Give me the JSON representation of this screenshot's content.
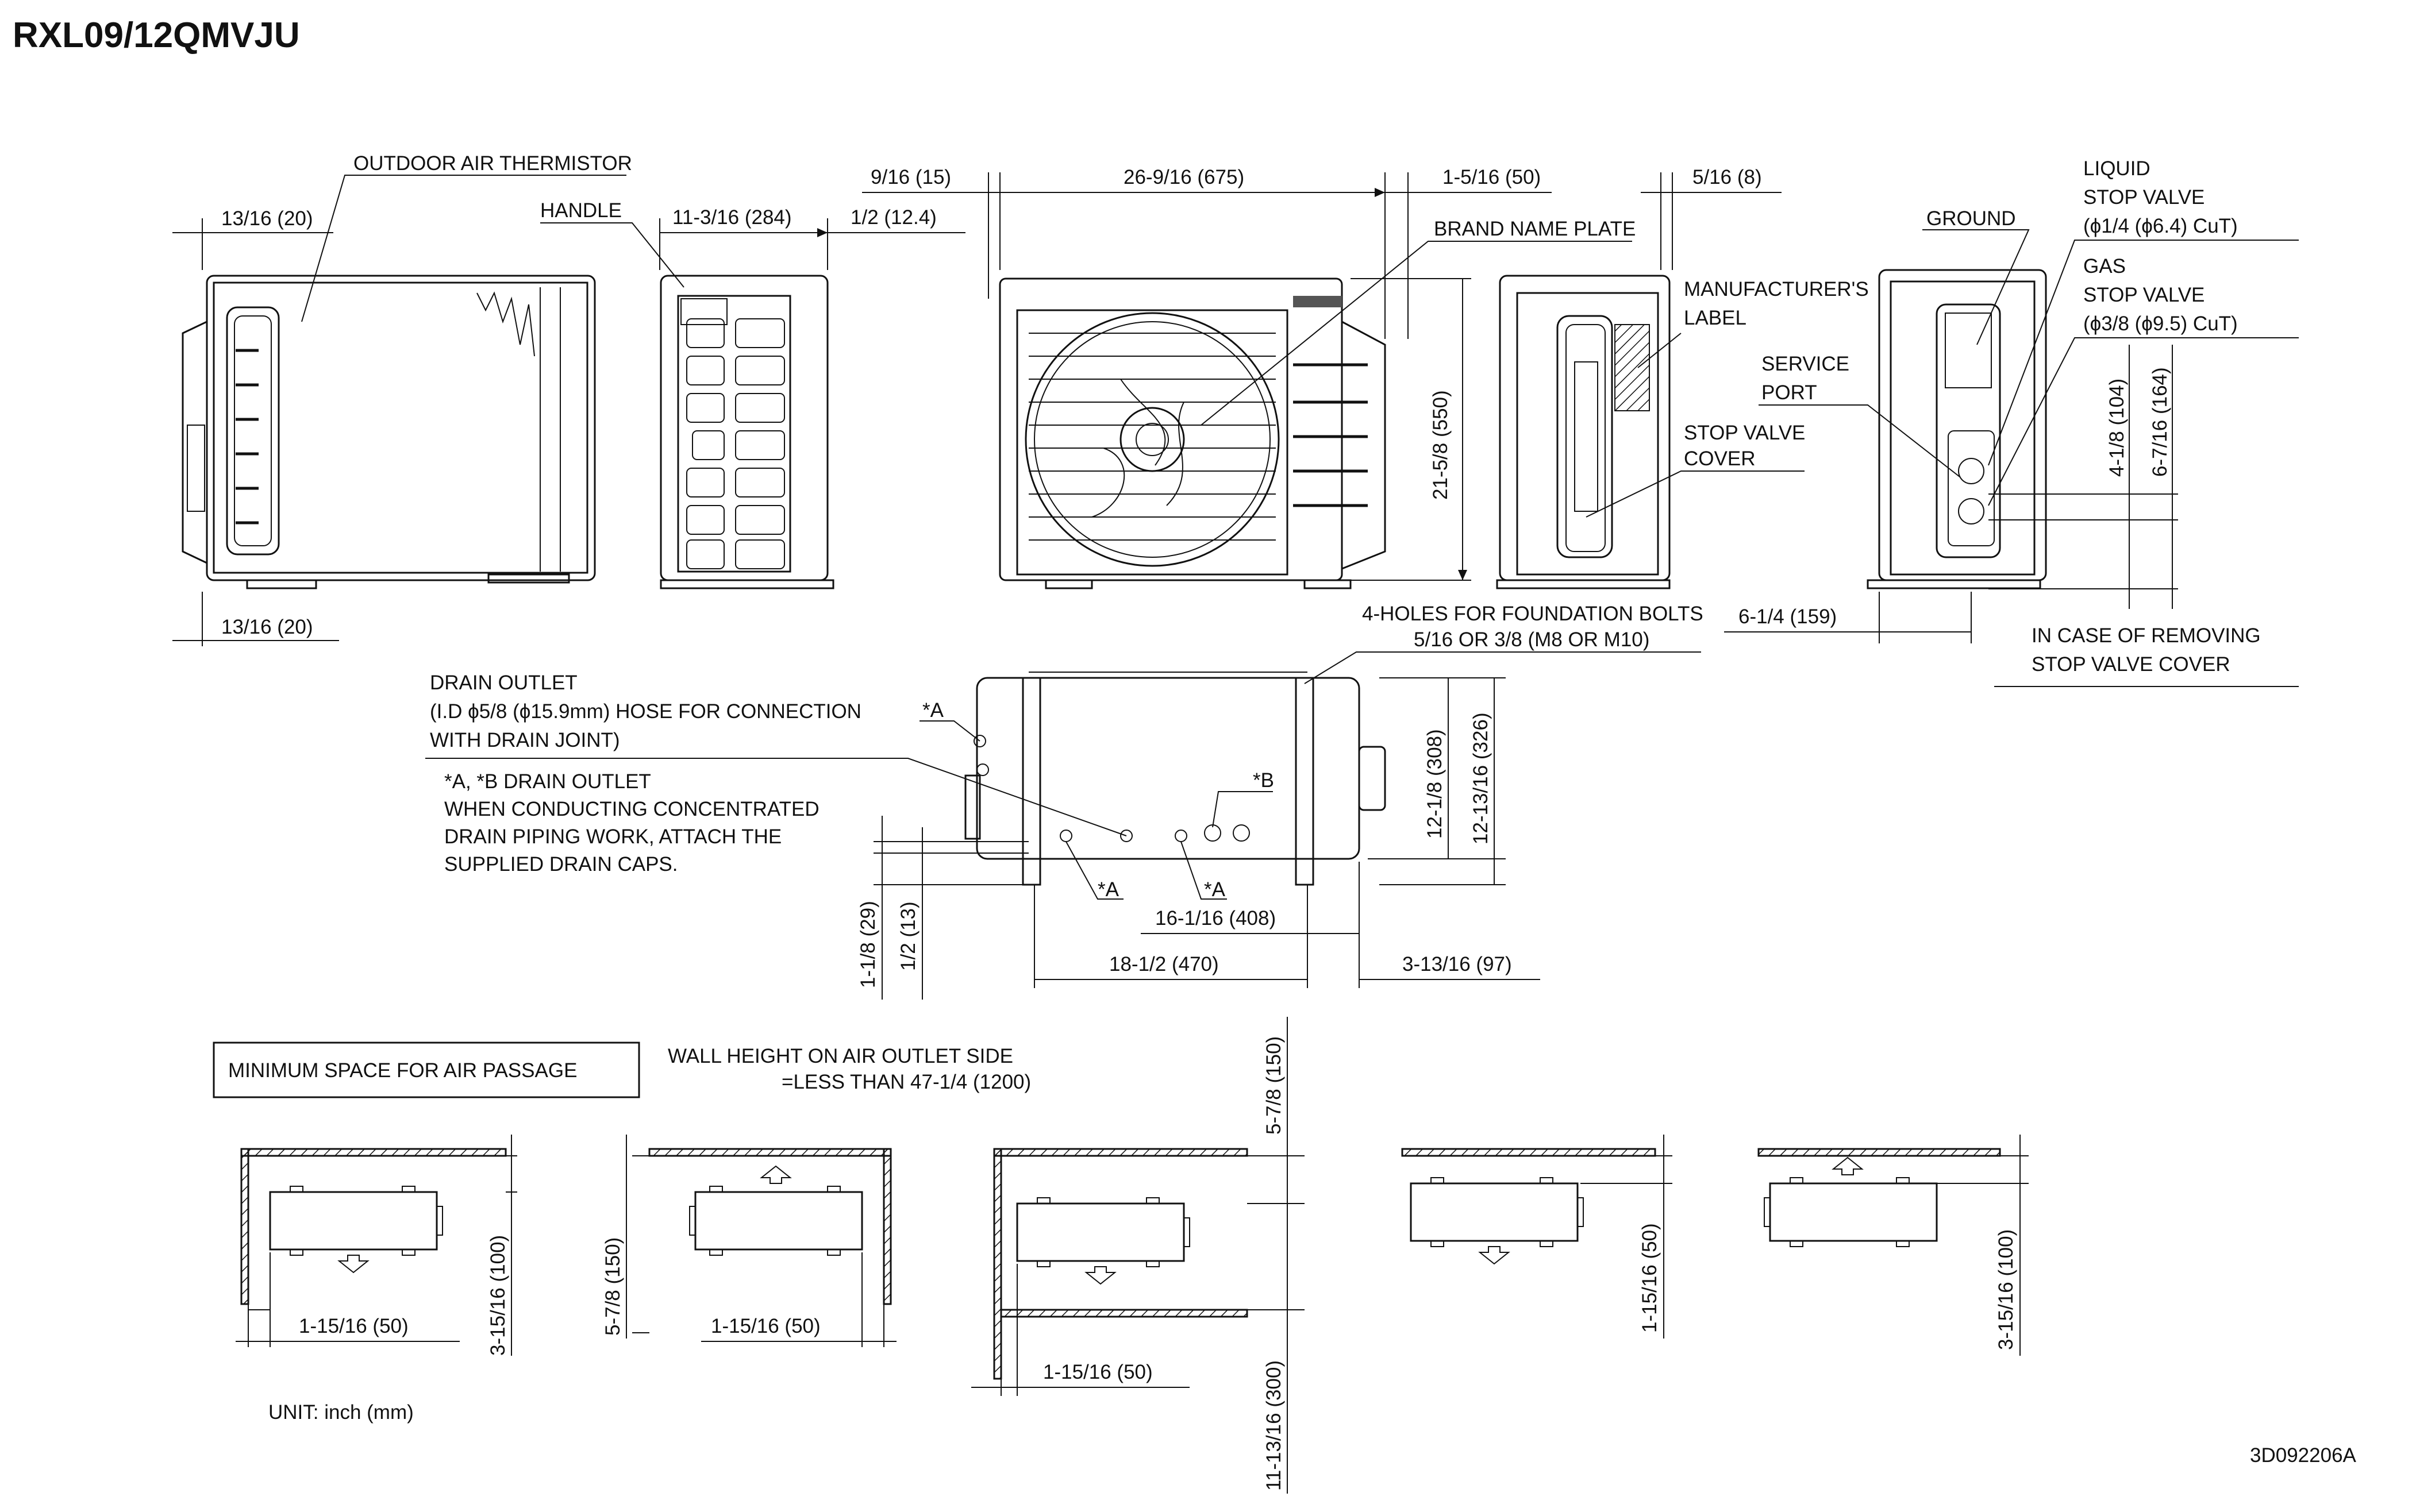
{
  "title": "RXL09/12QMVJU",
  "doc_number": "3D092206A",
  "unit_note": "UNIT: inch (mm)",
  "labels": {
    "outdoor_air_thermistor": "OUTDOOR AIR THERMISTOR",
    "handle": "HANDLE",
    "brand_name_plate": "BRAND NAME PLATE",
    "manufacturers_label_1": "MANUFACTURER'S",
    "manufacturers_label_2": "LABEL",
    "stop_valve_cover_1": "STOP VALVE",
    "stop_valve_cover_2": "COVER",
    "ground": "GROUND",
    "liquid_stop_valve_1": "LIQUID",
    "liquid_stop_valve_2": "STOP VALVE",
    "liquid_stop_valve_3": "(ϕ1/4 (ϕ6.4) CuT)",
    "gas_stop_valve_1": "GAS",
    "gas_stop_valve_2": "STOP VALVE",
    "gas_stop_valve_3": "(ϕ3/8 (ϕ9.5) CuT)",
    "service_port_1": "SERVICE",
    "service_port_2": "PORT",
    "removing_cover_1": "IN CASE OF REMOVING",
    "removing_cover_2": "STOP VALVE COVER",
    "foundation_bolts_1": "4-HOLES FOR FOUNDATION BOLTS",
    "foundation_bolts_2": "5/16 OR 3/8 (M8 OR M10)",
    "drain_outlet_1": "DRAIN OUTLET",
    "drain_outlet_2": "(I.D ϕ5/8 (ϕ15.9mm) HOSE FOR CONNECTION",
    "drain_outlet_3": "WITH DRAIN JOINT)",
    "drain_ab_1": "*A, *B DRAIN OUTLET",
    "drain_ab_2": "WHEN CONDUCTING CONCENTRATED",
    "drain_ab_3": "DRAIN PIPING WORK, ATTACH THE",
    "drain_ab_4": "SUPPLIED DRAIN CAPS.",
    "mark_a": "*A",
    "mark_b": "*B",
    "min_space": "MINIMUM SPACE FOR AIR PASSAGE",
    "wall_height_1": "WALL HEIGHT ON AIR OUTLET SIDE",
    "wall_height_2": "=LESS THAN 47-1/4 (1200)"
  },
  "dimensions": {
    "d_13_16_20": "13/16 (20)",
    "d_11_3_16_284": "11-3/16 (284)",
    "d_1_2_12_4": "1/2 (12.4)",
    "d_9_16_15": "9/16 (15)",
    "d_26_9_16_675": "26-9/16 (675)",
    "d_1_5_16_50": "1-5/16 (50)",
    "d_5_16_8": "5/16 (8)",
    "d_21_5_8_550": "21-5/8 (550)",
    "d_4_1_8_104": "4-1/8 (104)",
    "d_6_7_16_164": "6-7/16 (164)",
    "d_6_1_4_159": "6-1/4 (159)",
    "d_12_1_8_308": "12-1/8 (308)",
    "d_12_13_16_326": "12-13/16 (326)",
    "d_16_1_16_408": "16-1/16 (408)",
    "d_18_1_2_470": "18-1/2 (470)",
    "d_3_13_16_97": "3-13/16 (97)",
    "d_1_1_8_29": "1-1/8 (29)",
    "d_1_2_13": "1/2 (13)",
    "d_5_7_8_150": "5-7/8 (150)",
    "d_1_15_16_50": "1-15/16 (50)",
    "d_3_15_16_100": "3-15/16 (100)",
    "d_11_13_16_300": "11-13/16 (300)"
  }
}
